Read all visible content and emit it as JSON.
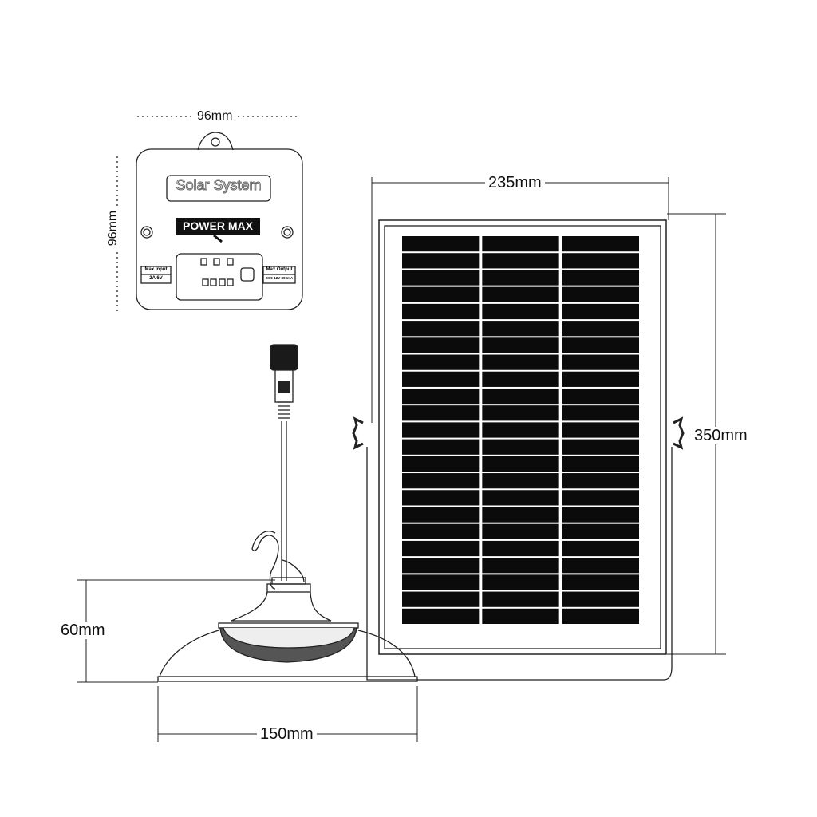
{
  "dimensions": {
    "controller_width": "96mm",
    "controller_height": "96mm",
    "panel_width": "235mm",
    "panel_height": "350mm",
    "lamp_height": "60mm",
    "lamp_width": "150mm"
  },
  "controller": {
    "label": "Solar System",
    "brand": "POWER MAX",
    "max_input_title": "Max Input",
    "max_input_value": "2A 6V",
    "max_output_title": "Max Output",
    "max_output_value": "DC9-12V 800mA"
  },
  "panel": {
    "cell_columns": 3,
    "cell_rows": 23,
    "cell_color": "#0b0b0b"
  }
}
